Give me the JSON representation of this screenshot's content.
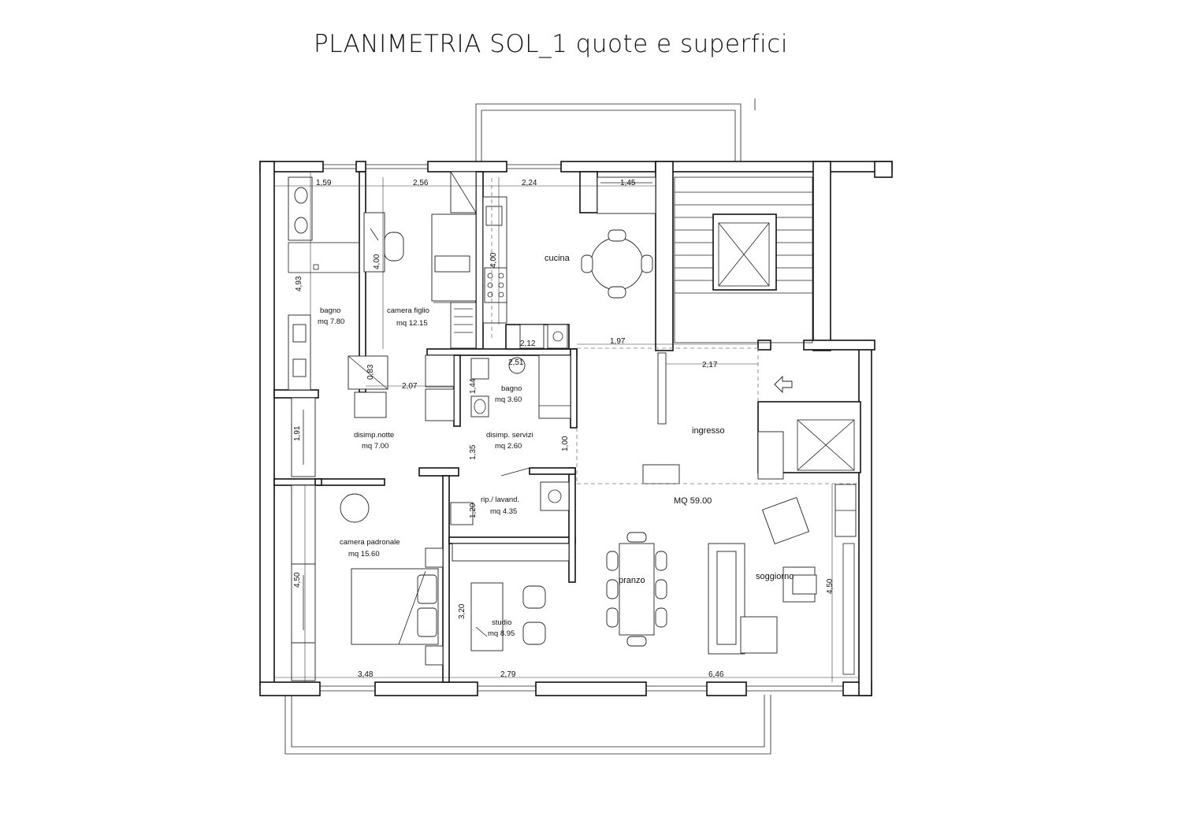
{
  "title": "PLANIMETRIA SOL_1 quote e superfici",
  "rooms": [
    {
      "name": "bagno",
      "area": "mq 7.80"
    },
    {
      "name": "camera figlio",
      "area": "mq 12.15"
    },
    {
      "name": "cucina",
      "area": ""
    },
    {
      "name": "bagno",
      "area": "mq 3.60"
    },
    {
      "name": "disimp.notte",
      "area": "mq 7.00"
    },
    {
      "name": "disimp. servizi",
      "area": "mq 2.60"
    },
    {
      "name": "ingresso",
      "area": ""
    },
    {
      "name": "rip./ lavand.",
      "area": "mq 4.35"
    },
    {
      "name": "camera padronale",
      "area": "mq 15.60"
    },
    {
      "name": "studio",
      "area": "mq 8.95"
    },
    {
      "name": "pranzo",
      "area": ""
    },
    {
      "name": "soggiorno",
      "area": ""
    }
  ],
  "living_area": "MQ 59.00",
  "dimensions": [
    "1,59",
    "2,56",
    "2,24",
    "1,45",
    "4,00",
    "4,00",
    "4,93",
    "2,12",
    "1,97",
    "2,51",
    "2,17",
    "0,83",
    "2,07",
    "1,44",
    "1,91",
    "1,35",
    "1,00",
    "1,20",
    "4,50",
    "3,20",
    "4,50",
    "3,48",
    "2,79",
    "6,46"
  ]
}
